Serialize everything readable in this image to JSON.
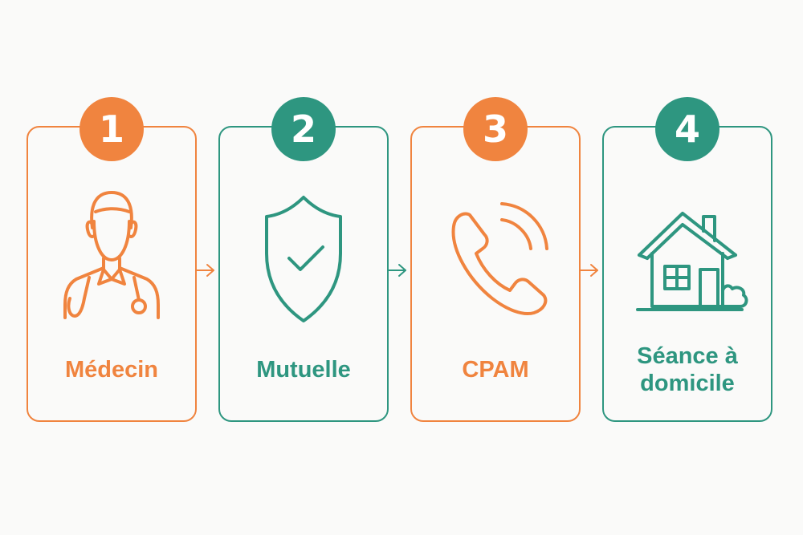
{
  "colors": {
    "orange": "#f0843f",
    "teal": "#2e9680"
  },
  "steps": [
    {
      "number": "1",
      "label": "Médecin",
      "icon": "doctor-icon",
      "color": "#f0843f"
    },
    {
      "number": "2",
      "label": "Mutuelle",
      "icon": "shield-check-icon",
      "color": "#2e9680"
    },
    {
      "number": "3",
      "label": "CPAM",
      "icon": "phone-icon",
      "color": "#f0843f"
    },
    {
      "number": "4",
      "label": "Séance à domicile",
      "icon": "house-icon",
      "color": "#2e9680"
    }
  ],
  "arrows": [
    {
      "icon": "arrow-right-icon",
      "color": "#f0843f"
    },
    {
      "icon": "arrow-right-icon",
      "color": "#2e9680"
    },
    {
      "icon": "arrow-right-icon",
      "color": "#f0843f"
    }
  ]
}
